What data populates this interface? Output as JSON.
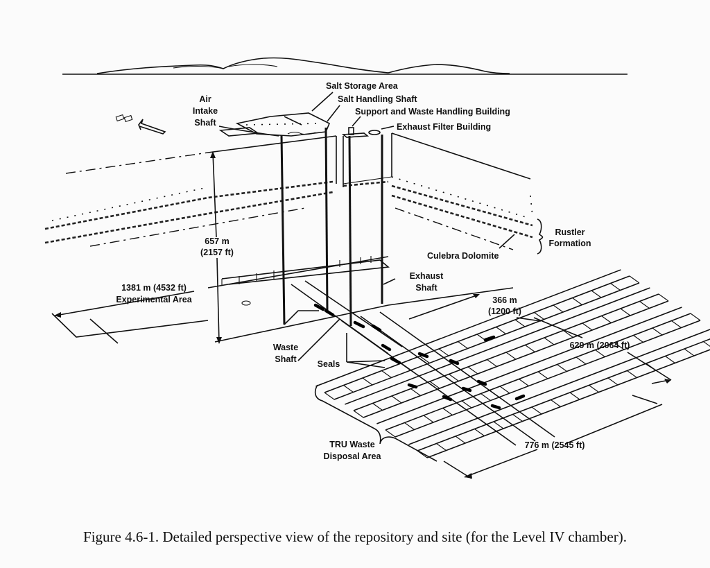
{
  "figure": {
    "caption": "Figure 4.6-1.  Detailed perspective view of the repository and site (for the Level IV chamber).",
    "labels": {
      "salt_storage_area": "Salt Storage Area",
      "salt_handling_shaft": "Salt Handling Shaft",
      "support_waste_building": "Support and Waste Handling Building",
      "exhaust_filter_building": "Exhaust Filter Building",
      "air_intake_shaft": [
        "Air",
        "Intake",
        "Shaft"
      ],
      "rustler_formation": [
        "Rustler",
        "Formation"
      ],
      "culebra_dolomite": "Culebra Dolomite",
      "depth": [
        "657 m",
        "(2157 ft)"
      ],
      "experimental_area": [
        "1381 m (4532 ft)",
        "Experimental Area"
      ],
      "exhaust_shaft": [
        "Exhaust",
        "Shaft"
      ],
      "width_366": [
        "366 m",
        "(1200 ft)"
      ],
      "width_629": "629 m (2064 ft)",
      "waste_shaft": [
        "Waste",
        "Shaft"
      ],
      "seals": "Seals",
      "tru_waste_area": [
        "TRU Waste",
        "Disposal Area"
      ],
      "length_776": "776 m (2545 ft)"
    },
    "icons": [
      "north-arrow-icon",
      "mountain-horizon"
    ]
  }
}
